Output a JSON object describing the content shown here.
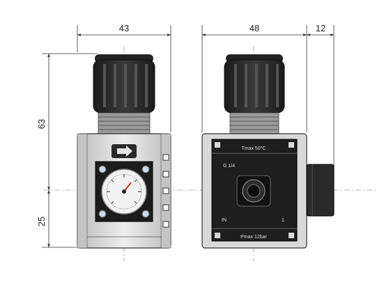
{
  "dimensions": {
    "width_front": "43",
    "width_side": "48",
    "offset_side": "12",
    "height_upper": "63",
    "height_lower": "25"
  },
  "side_labels": {
    "tmax": "Tmax 50°C",
    "port": "G 1/4",
    "pmax": "Pmax 12bar",
    "in": "IN",
    "out": "1"
  },
  "colors": {
    "knob": "#2b2b2b",
    "body": "#d8d8d8",
    "panel": "#1e1e1e",
    "line": "#333333"
  },
  "icons": {
    "direction": "arrow-right-icon",
    "gauge": "pressure-gauge-icon"
  }
}
